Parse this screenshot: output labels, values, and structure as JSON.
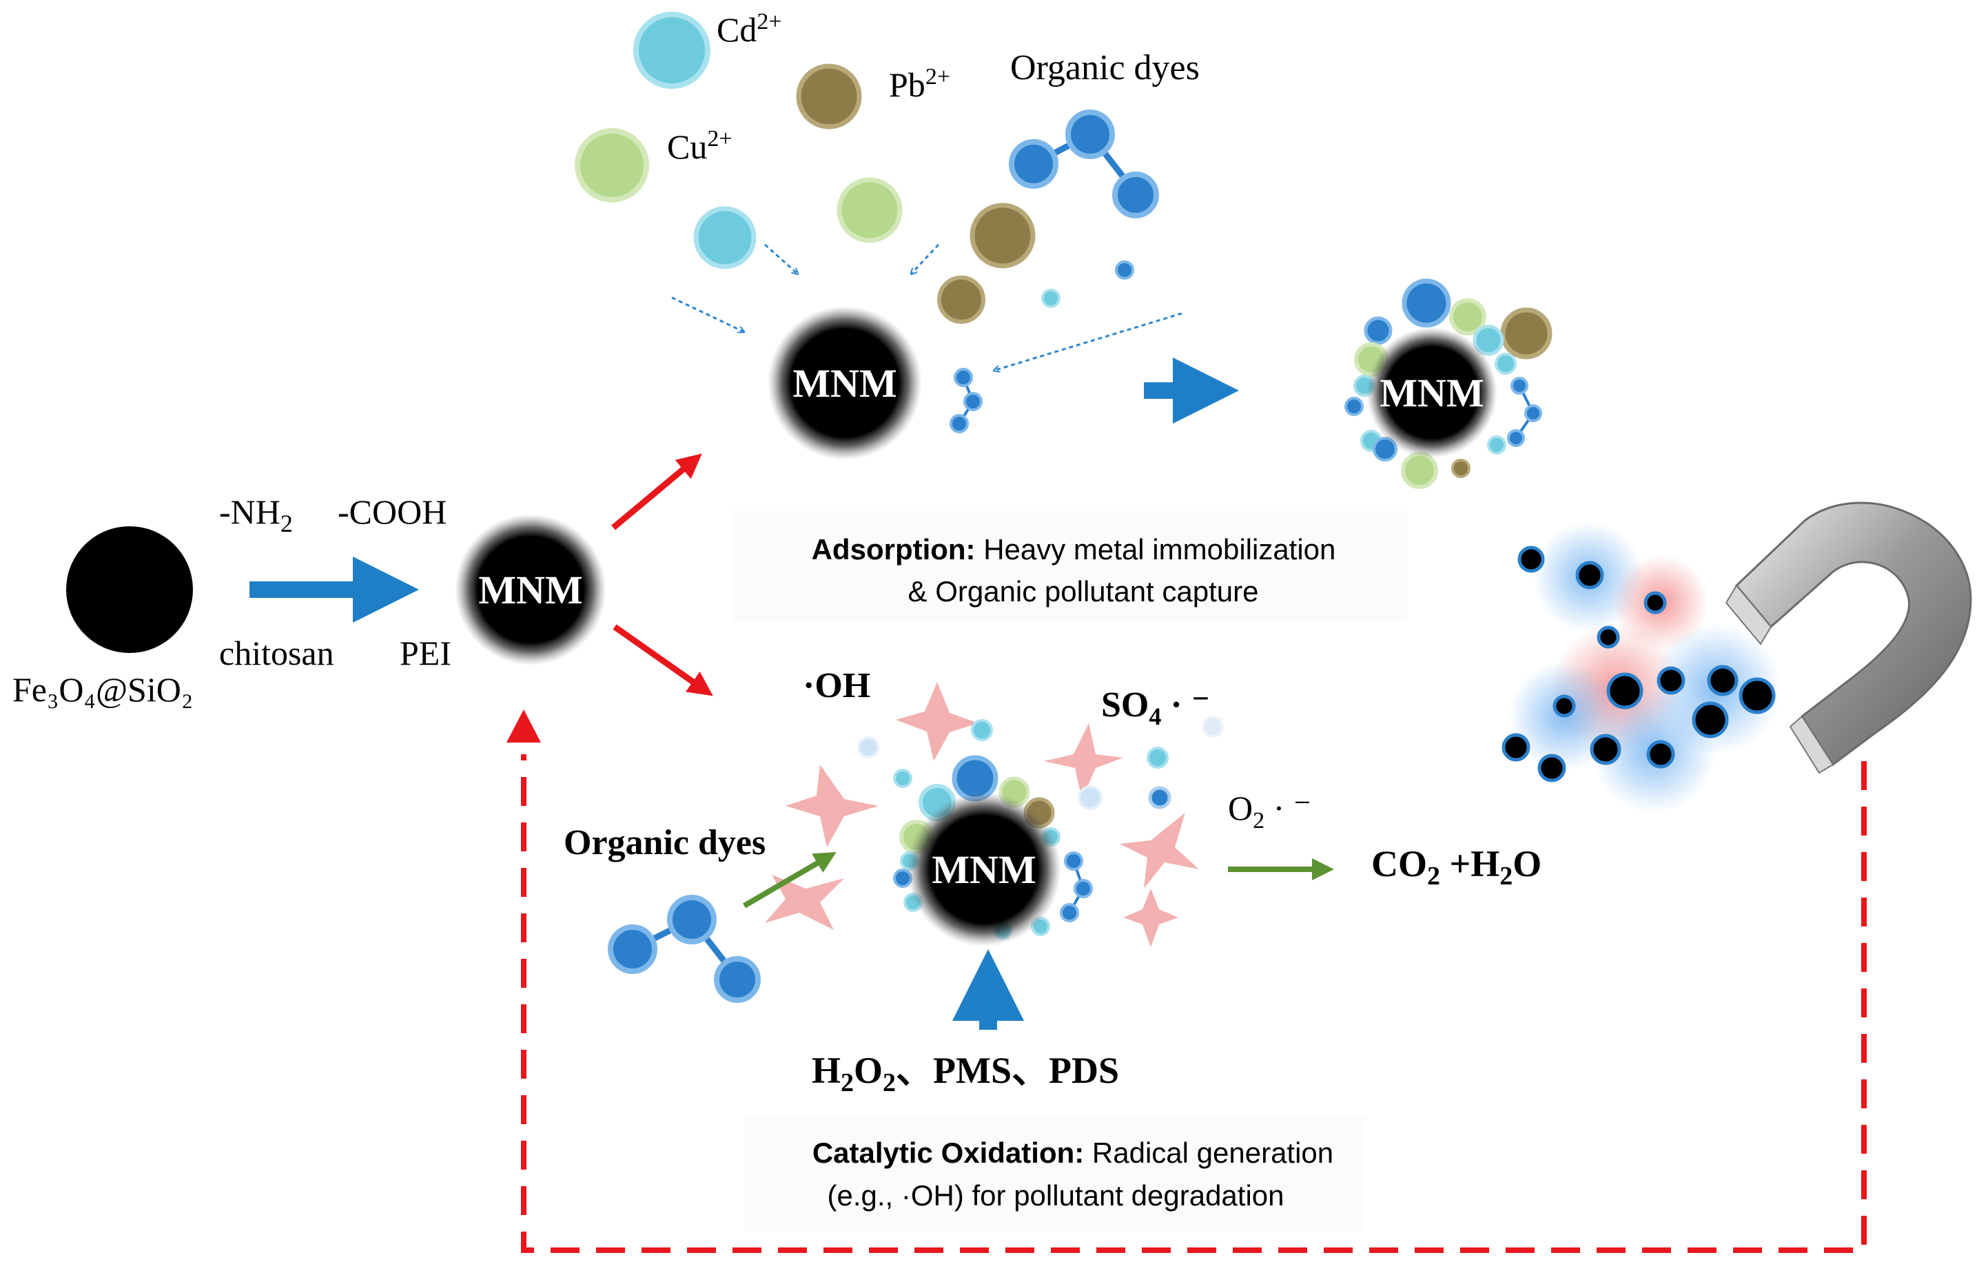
{
  "start": {
    "core_label": "Fe₃O₄@SiO₂",
    "groups_top": [
      "-NH",
      "2",
      "-COOH"
    ],
    "groups_bottom": [
      "chitosan",
      "PEI"
    ],
    "mnm_label": "MNM"
  },
  "ions": {
    "cd": [
      "Cd",
      "2+"
    ],
    "pb": [
      "Pb",
      "2+"
    ],
    "cu": [
      "Cu",
      "2+"
    ],
    "dyes": "Organic  dyes"
  },
  "adsorption": {
    "mnm_label": "MNM",
    "product_label": "MNM",
    "caption_bold": "Adsorption:",
    "caption_line1": " Heavy metal immobilization",
    "caption_line2": "& Organic pollutant capture"
  },
  "oxidation": {
    "mnm_label": "MNM",
    "oh": "·OH",
    "so4": [
      "SO",
      "4",
      " · ⁻"
    ],
    "o2": [
      "O",
      "2",
      "  · ⁻"
    ],
    "dyes": "Organic dyes",
    "product": [
      "CO",
      "2",
      " +H",
      "2",
      "O"
    ],
    "oxidants": [
      "H",
      "2",
      "O",
      "2",
      "、PMS、PDS"
    ],
    "caption_bold": "Catalytic Oxidation:",
    "caption_line1": " Radical generation",
    "caption_line2": "(e.g., ·OH) for pollutant degradation"
  },
  "colors": {
    "arrow_blue": "#1f7fc6",
    "arrow_red": "#e8171b",
    "arrow_green": "#5c9332",
    "dashed_red": "#e8171b",
    "cd_ion": "#6ecadd",
    "pb_ion": "#8d7c48",
    "cu_ion": "#b5d88c",
    "dye_blue": "#2b7fcb",
    "star_pink": "#f2a8a8"
  }
}
